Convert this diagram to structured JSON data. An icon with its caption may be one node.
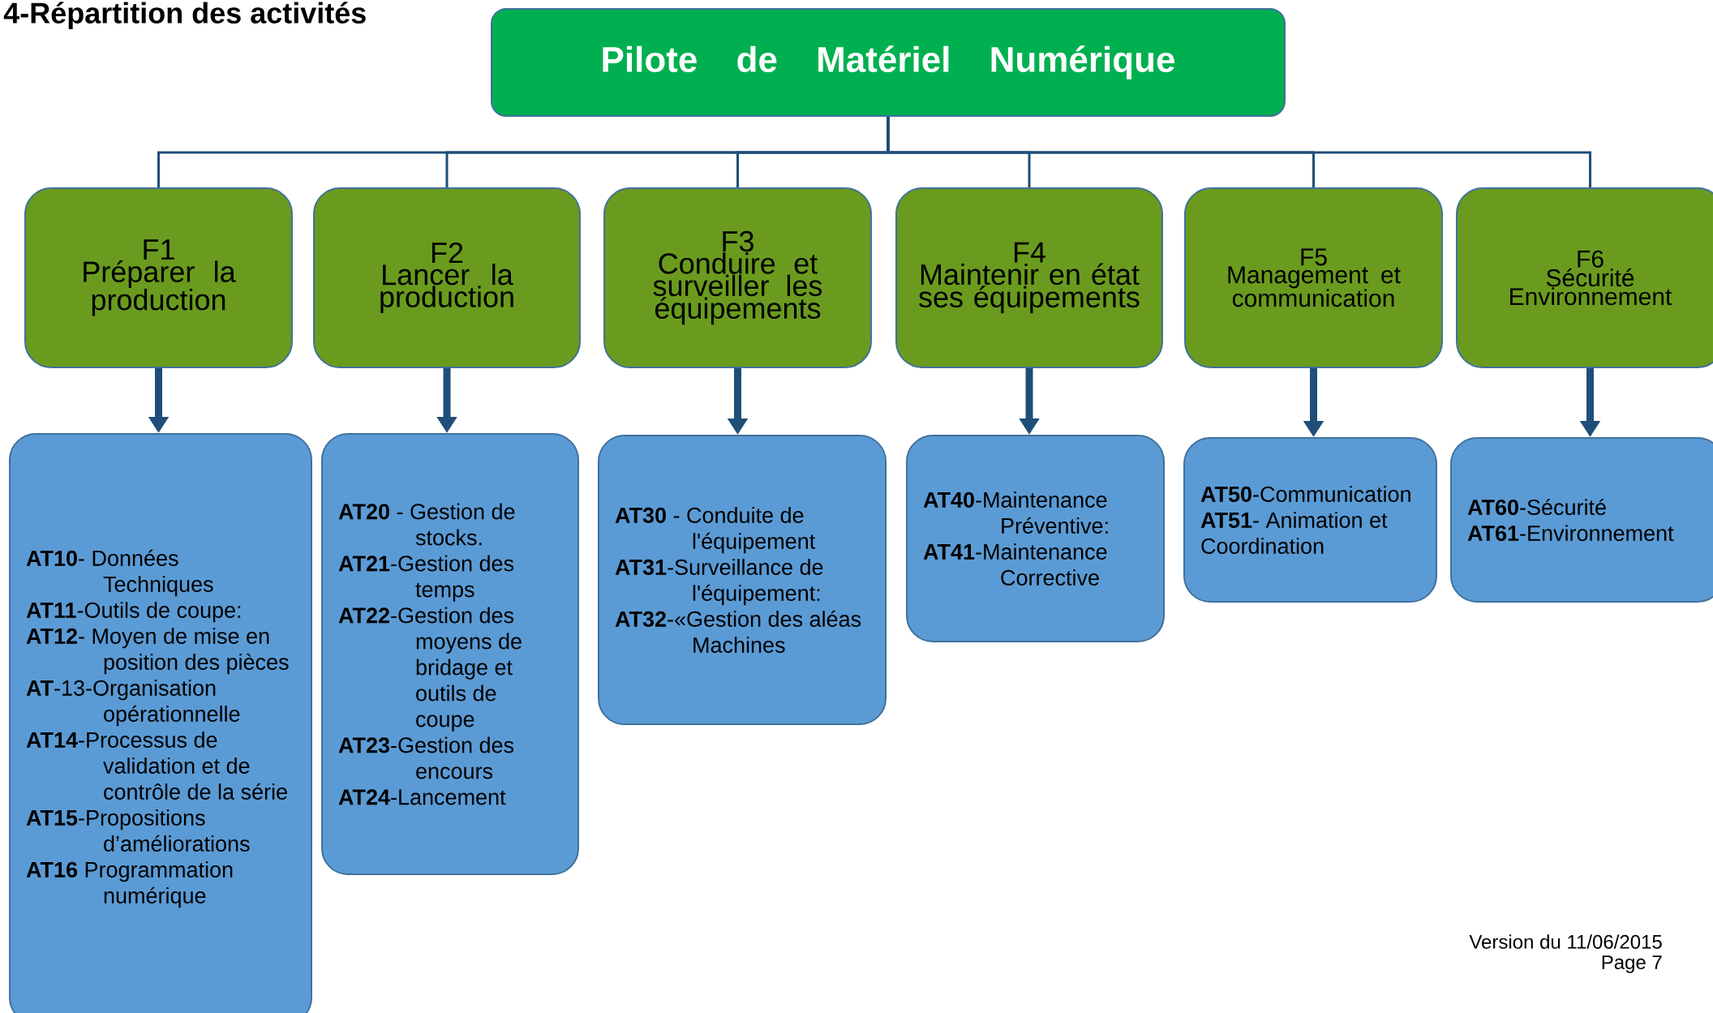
{
  "diagram": {
    "title": "4-Répartition des activités",
    "nodes": [
      {
        "text": [
          "Pilote de Matériel Numérique"
        ]
      },
      {
        "text": [
          "F1",
          "Préparer la production"
        ]
      },
      {
        "text": [
          "F2",
          "Lancer la production"
        ]
      },
      {
        "text": [
          "F3",
          "Conduire et surveiller les équipements"
        ]
      },
      {
        "text": [
          "F4",
          "Maintenir en état ses équipements"
        ]
      },
      {
        "text": [
          "F5",
          "Management et communication"
        ]
      },
      {
        "text": [
          "F6",
          "Sécurité Environnement"
        ]
      },
      {
        "text": [
          "**AT10**- Données Techniques",
          "**AT11**-Outils de coupe:",
          "**AT12**- Moyen de mise en position des pièces",
          "**AT**-13-Organisation opérationnelle",
          "**AT14**-Processus de validation et de contrôle de la série",
          "**AT15**-Propositions d’améliorations",
          "**AT16** Programmation numérique"
        ]
      },
      {
        "text": [
          "**AT20** - Gestion de stocks.",
          "**AT21**-Gestion des temps",
          "**AT22**-Gestion des moyens de bridage et outils de coupe",
          "**AT23**-Gestion des encours",
          "**AT24**-Lancement"
        ]
      },
      {
        "text": [
          "**AT30** - Conduite de l'équipement",
          "**AT31**-Surveillance de l'équipement:",
          "**AT32**-«Gestion des aléas Machines"
        ]
      },
      {
        "text": [
          "**AT40**-Maintenance Préventive:",
          "**AT41**-Maintenance Corrective"
        ]
      },
      {
        "text": [
          "**AT50**-Communication",
          "**AT51**- Animation et Coordination"
        ]
      },
      {
        "text": [
          "**AT60**-Sécurité",
          "**AT61**-Environnement"
        ]
      }
    ],
    "edges": [
      {
        "from": 0,
        "to": 1,
        "arrow": "none"
      },
      {
        "from": 0,
        "to": 2,
        "arrow": "none"
      },
      {
        "from": 0,
        "to": 3,
        "arrow": "none"
      },
      {
        "from": 0,
        "to": 4,
        "arrow": "none"
      },
      {
        "from": 0,
        "to": 5,
        "arrow": "none"
      },
      {
        "from": 0,
        "to": 6,
        "arrow": "none"
      },
      {
        "from": 1,
        "to": 7,
        "arrow": "to",
        "style": "thick"
      },
      {
        "from": 2,
        "to": 8,
        "arrow": "to",
        "style": "thick"
      },
      {
        "from": 3,
        "to": 9,
        "arrow": "to",
        "style": "thick"
      },
      {
        "from": 4,
        "to": 10,
        "arrow": "to",
        "style": "thick"
      },
      {
        "from": 5,
        "to": 11,
        "arrow": "to",
        "style": "thick"
      },
      {
        "from": 6,
        "to": 12,
        "arrow": "to",
        "style": "thick"
      }
    ],
    "labels": [
      "Version du 11/06/2015",
      "Page 7"
    ]
  }
}
